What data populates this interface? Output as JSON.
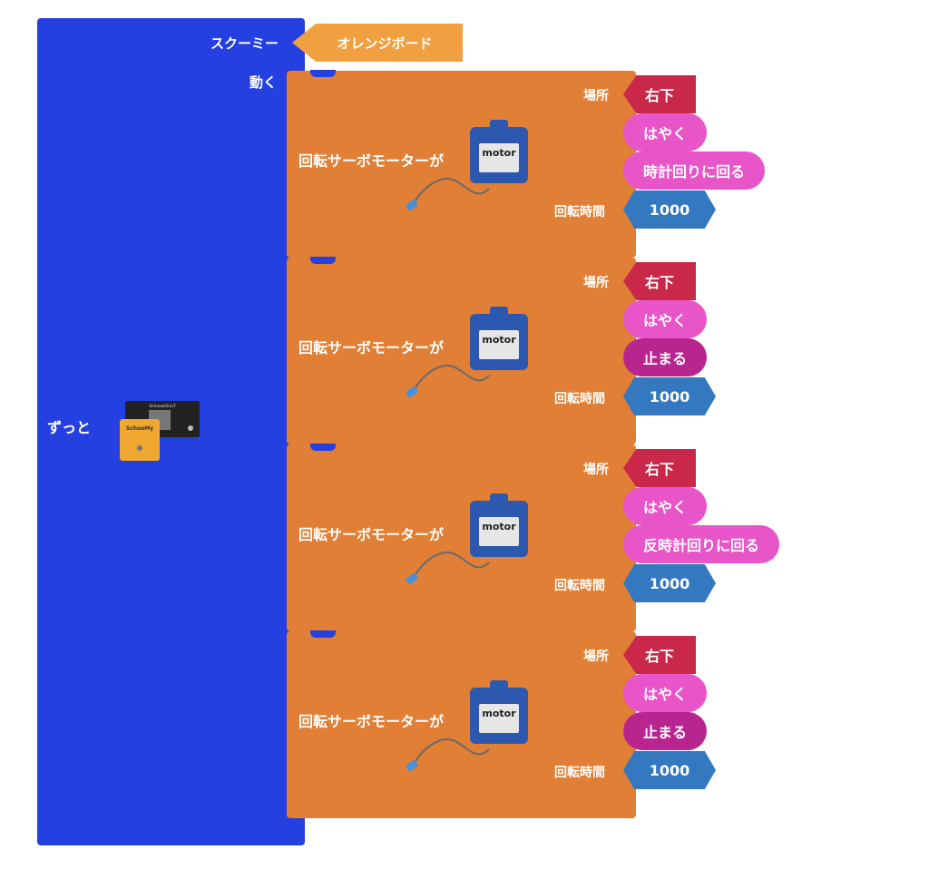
{
  "top": {
    "scratch_label": "スクーミー",
    "board_name": "オレンジボード",
    "move_label": "動く",
    "forever_label": "ずっと"
  },
  "commands": [
    {
      "label": "回転サーボモーターが",
      "place_label": "場所",
      "place_value": "右下",
      "speed": "はやく",
      "action": "時計回りに回る",
      "time_label": "回転時間",
      "time_value": "1000",
      "motor_text": "motor"
    },
    {
      "label": "回転サーボモーターが",
      "place_label": "場所",
      "place_value": "右下",
      "speed": "はやく",
      "action": "止まる",
      "time_label": "回転時間",
      "time_value": "1000",
      "motor_text": "motor"
    },
    {
      "label": "回転サーボモーターが",
      "place_label": "場所",
      "place_value": "右下",
      "speed": "はやく",
      "action": "反時計回りに回る",
      "time_label": "回転時間",
      "time_value": "1000",
      "motor_text": "motor"
    },
    {
      "label": "回転サーボモーターが",
      "place_label": "場所",
      "place_value": "右下",
      "speed": "はやく",
      "action": "止まる",
      "time_label": "回転時間",
      "time_value": "1000",
      "motor_text": "motor"
    }
  ],
  "board_image": {
    "icon": "schoomy-board-icon",
    "label_small": "SchoowOrIoT",
    "label_main": "SchooMy"
  },
  "colors": {
    "forever_blue": "#2540e0",
    "command_orange": "#e07f35",
    "board_orange": "#f0a040",
    "place_red": "#c9284a",
    "speed_pink": "#e855c8",
    "stop_purple": "#b8258f",
    "time_blue": "#3478c0"
  }
}
